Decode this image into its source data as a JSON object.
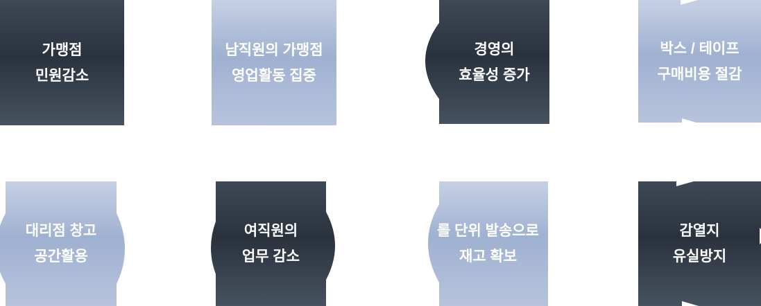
{
  "canvas": {
    "background_color": "#FFFFFF",
    "text_color": "#FFFFFF"
  },
  "palette": {
    "dark_box_top": "#3E4956",
    "dark_box_mid": "#2A323D",
    "dark_box_bottom": "#46525F",
    "light_box_top": "#C6D0E4",
    "light_box_mid": "#9FB1D1",
    "light_box_bottom": "#B7C3DC",
    "arrow_remnant_color": "#FFFFFF"
  },
  "boxes": [
    {
      "row": 1,
      "col": 1,
      "theme": "dark",
      "line1": "가맹점",
      "line2": "민원감소"
    },
    {
      "row": 1,
      "col": 2,
      "theme": "light",
      "line1": "남직원의 가맹점",
      "line2": "영업활동 집중"
    },
    {
      "row": 1,
      "col": 3,
      "theme": "dark",
      "line1": "경영의",
      "line2": "효율성 증가"
    },
    {
      "row": 1,
      "col": 4,
      "theme": "light",
      "line1": "박스 / 테이프",
      "line2": "구매비용 절감"
    },
    {
      "row": 2,
      "col": 1,
      "theme": "light",
      "line1": "대리점 창고",
      "line2": "공간활용"
    },
    {
      "row": 2,
      "col": 2,
      "theme": "dark",
      "line1": "여직원의",
      "line2": "업무 감소"
    },
    {
      "row": 2,
      "col": 3,
      "theme": "light",
      "line1": "롤 단위 발송으로",
      "line2": "재고 확보"
    },
    {
      "row": 2,
      "col": 4,
      "theme": "dark",
      "line1": "감열지",
      "line2": "유실방지"
    }
  ],
  "icons": [
    {
      "name": "right-arrow-remnant-icon",
      "location": "r1c4-top-edge"
    },
    {
      "name": "right-arrow-remnant-icon",
      "location": "r1c4-bottom-edge"
    },
    {
      "name": "right-arrow-remnant-icon",
      "location": "r2c4-top-edge"
    },
    {
      "name": "right-arrow-remnant-icon",
      "location": "r2c4-bottom-edge"
    },
    {
      "name": "right-arrow-remnant-icon",
      "location": "r2c4-right-edge"
    }
  ]
}
